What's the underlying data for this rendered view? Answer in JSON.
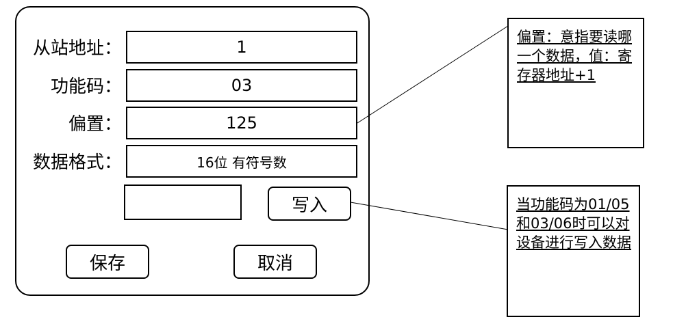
{
  "form": {
    "fields": [
      {
        "label": "从站地址：",
        "value": "1"
      },
      {
        "label": "功能码：",
        "value": "03"
      },
      {
        "label": "偏置：",
        "value": "125"
      },
      {
        "label": "数据格式：",
        "value": "16位 有符号数"
      }
    ],
    "write_input_value": "",
    "write_button_label": "写入",
    "save_button_label": "保存",
    "cancel_button_label": "取消"
  },
  "annotations": {
    "offset_note": "偏置：意指要读哪一个数据，值：寄存器地址+1",
    "write_note": "当功能码为01/05和03/06时可以对设备进行写入数据"
  }
}
